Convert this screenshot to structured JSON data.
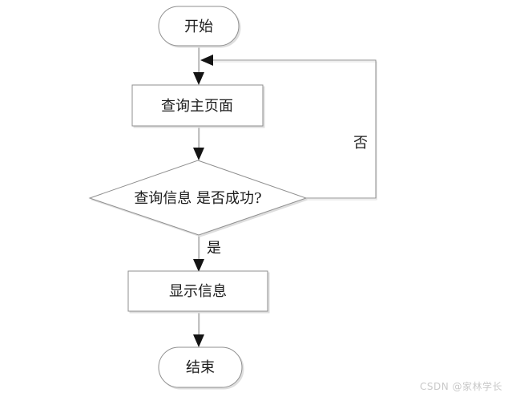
{
  "flowchart": {
    "nodes": {
      "start": {
        "label": "开始",
        "type": "terminator"
      },
      "query_page": {
        "label": "查询主页面",
        "type": "process"
      },
      "decision": {
        "label": "查询信息 是否成功?",
        "type": "decision"
      },
      "display_info": {
        "label": "显示信息",
        "type": "process"
      },
      "end": {
        "label": "结束",
        "type": "terminator"
      }
    },
    "edge_labels": {
      "yes": "是",
      "no": "否"
    },
    "colors": {
      "background": "#ffffff",
      "line": "#8f8f8f",
      "arrow": "#141414",
      "text": "#1c1c1c",
      "shadow": "#dedede",
      "watermark": "#c9c9c9"
    }
  },
  "watermark": {
    "text": "CSDN @家林学长"
  }
}
